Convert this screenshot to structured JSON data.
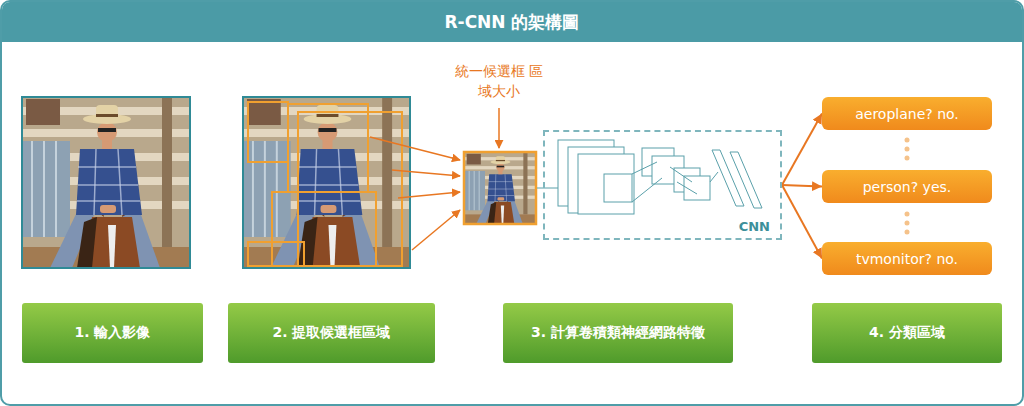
{
  "diagram": {
    "title": "R-CNN 的架構圖",
    "nodes": [
      {
        "text": [
          "CNN"
        ]
      },
      {
        "text": [
          "aeroplane? no."
        ]
      },
      {
        "text": [
          "person? yes."
        ]
      },
      {
        "text": [
          "tvmonitor? no."
        ]
      },
      {
        "text": [
          "1. 輸入影像"
        ]
      },
      {
        "text": [
          "2. 提取候選框區域"
        ]
      },
      {
        "text": [
          "3. 計算卷積類神經網路特徵"
        ]
      },
      {
        "text": [
          "4. 分類區域"
        ]
      }
    ],
    "edges": [
      {
        "from": 0,
        "to": 1,
        "arrow": "to"
      },
      {
        "from": 0,
        "to": 2,
        "arrow": "to"
      },
      {
        "from": 0,
        "to": 3,
        "arrow": "to"
      }
    ],
    "labels": [
      "統一候選框 區域大小"
    ]
  }
}
